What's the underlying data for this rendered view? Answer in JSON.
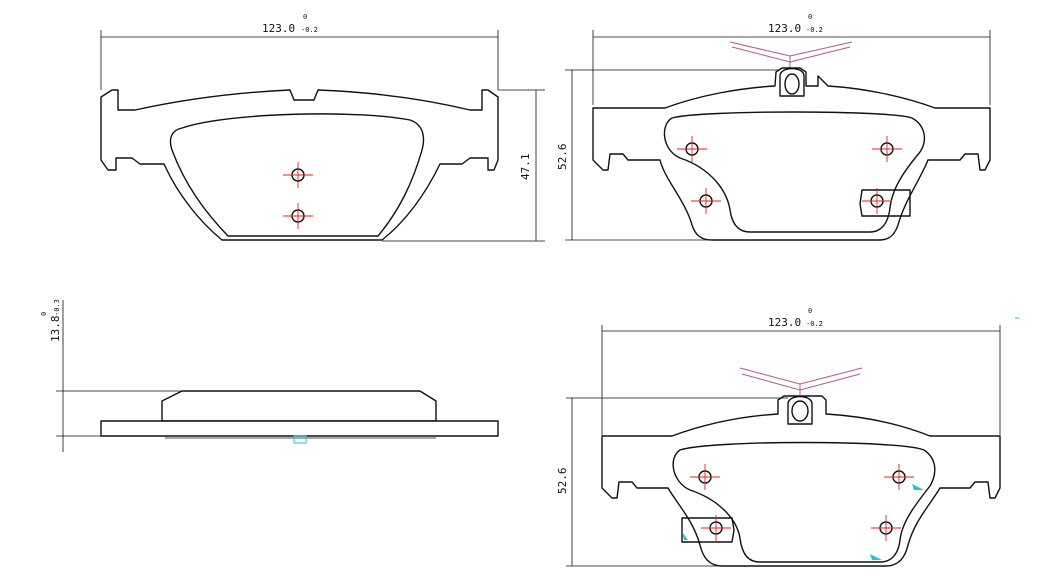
{
  "dimensions": {
    "width_front": {
      "value": "123.0",
      "upper": "0",
      "lower": "-0.2"
    },
    "width_back_top": {
      "value": "123.0",
      "upper": "0",
      "lower": "-0.2"
    },
    "width_back_bottom": {
      "value": "123.0",
      "upper": "0",
      "lower": "-0.2"
    },
    "height_front": "47.1",
    "height_back_top": "52.6",
    "height_back_bottom": "52.6",
    "thickness": {
      "value": "13.8",
      "upper": "0",
      "lower": "-0.3"
    }
  },
  "colors": {
    "line": "#111111",
    "center_mark": "#dd2222",
    "clip_wire": "#b05a8a",
    "marker": "#19c6d6"
  }
}
